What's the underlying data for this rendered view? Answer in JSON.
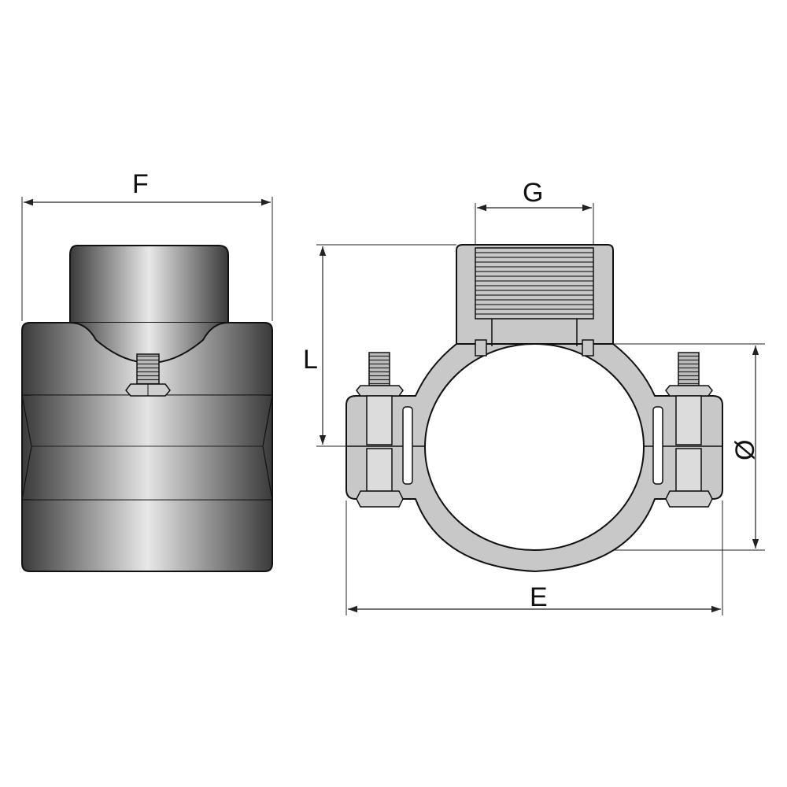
{
  "labels": {
    "F": "F",
    "G": "G",
    "L": "L",
    "E": "E",
    "O": "Ø"
  },
  "colors": {
    "body_dark": "#3a3a3a",
    "body_light": "#e6e6e6",
    "clamp_fill": "#c8c8c8",
    "pipe_fill": "#ffffff",
    "line": "#111111"
  },
  "icons": {
    "arrowhead": "arrow-icon",
    "bolt": "bolt-icon",
    "nut": "nut-icon"
  }
}
